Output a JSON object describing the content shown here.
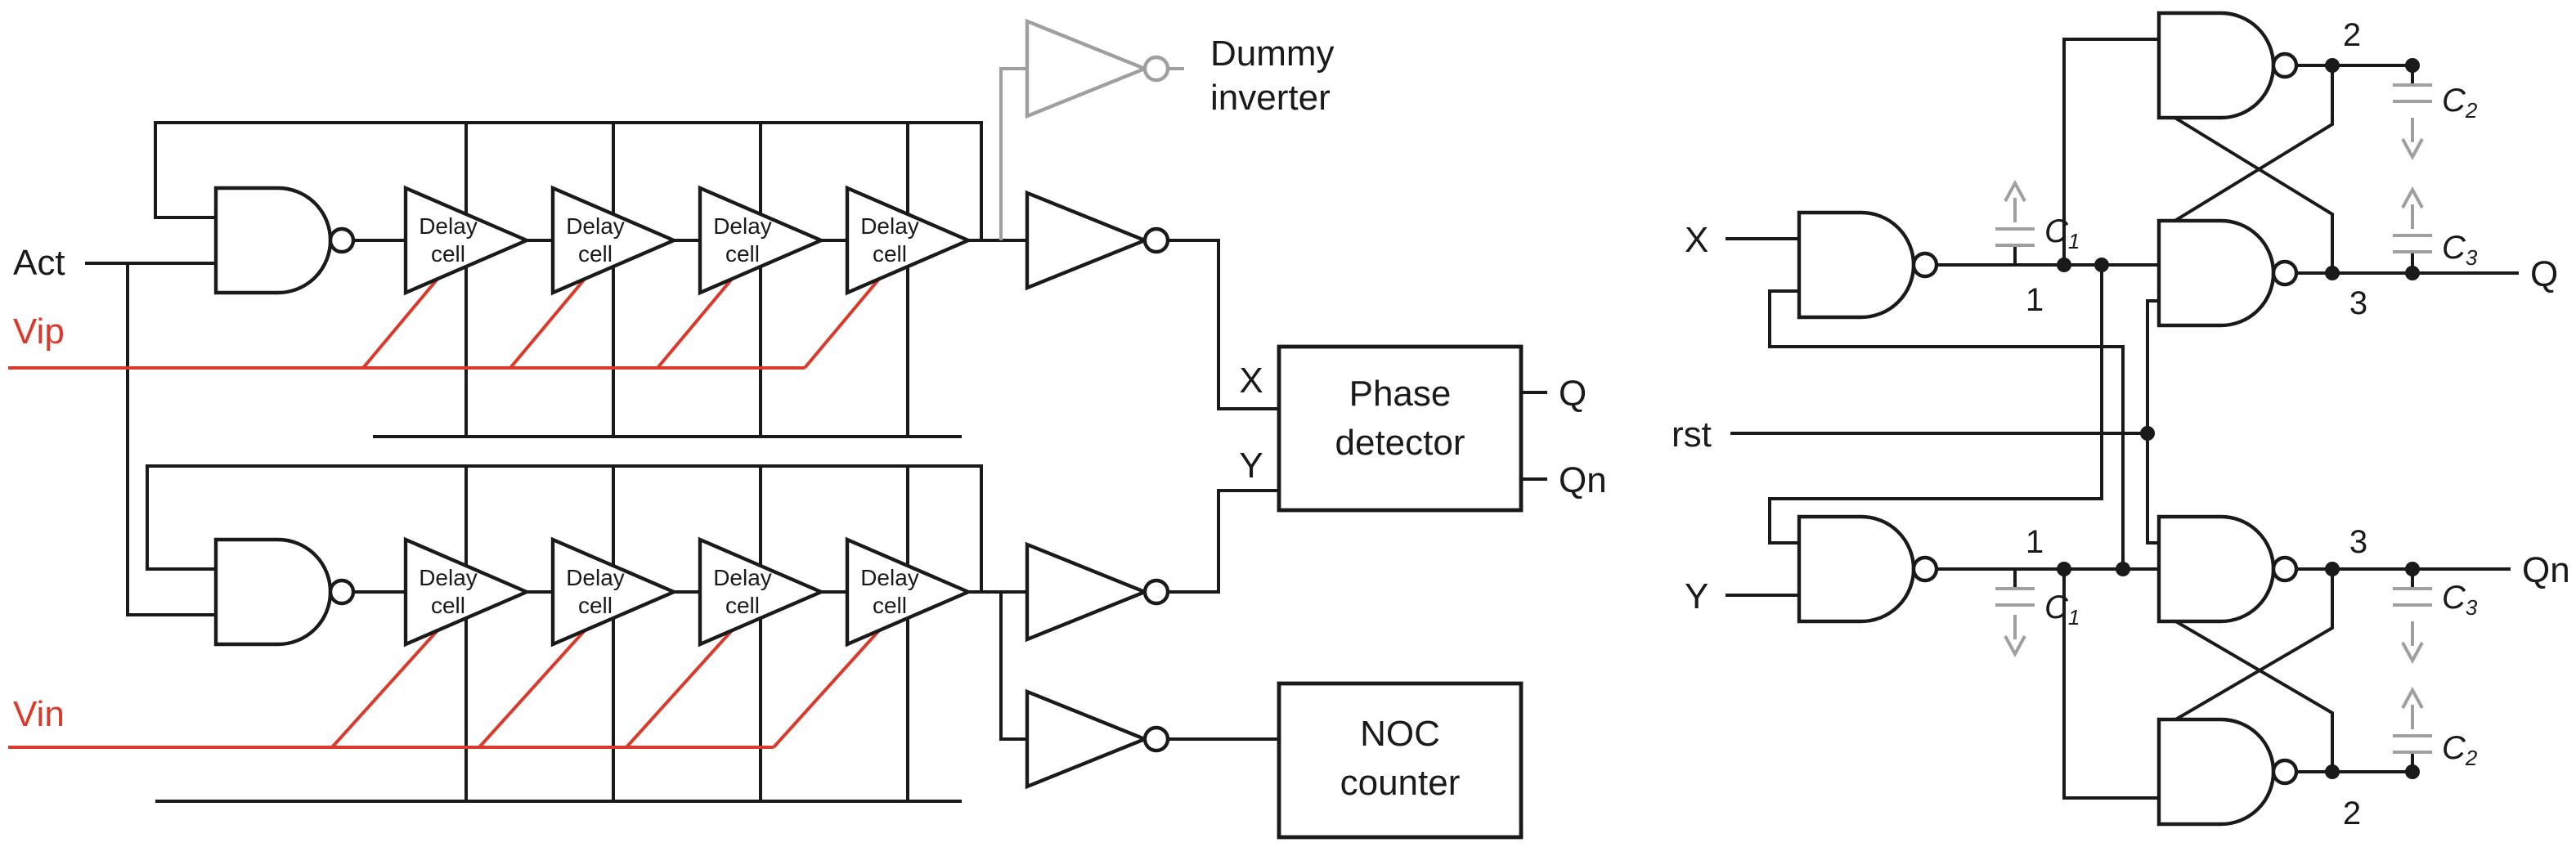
{
  "colors": {
    "line": "#1a1a1a",
    "red_control": "#d93a2b",
    "gray_dummy": "#9f9f9f"
  },
  "left_circuit": {
    "act_label": "Act",
    "vip_label": "Vip",
    "vin_label": "Vin",
    "delay_cell": {
      "line1": "Delay",
      "line2": "cell"
    },
    "dummy_inverter": {
      "line1": "Dummy",
      "line2": "inverter"
    },
    "phase_detector": {
      "line1": "Phase",
      "line2": "detector",
      "in_x": "X",
      "in_y": "Y",
      "out_q": "Q",
      "out_qn": "Qn"
    },
    "noc_counter": {
      "line1": "NOC",
      "line2": "counter"
    }
  },
  "right_circuit": {
    "x_label": "X",
    "y_label": "Y",
    "rst_label": "rst",
    "q_label": "Q",
    "qn_label": "Qn",
    "nodes": {
      "n1": "1",
      "n2": "2",
      "n3": "3"
    },
    "caps": {
      "c": "C",
      "s1": "1",
      "s2": "2",
      "s3": "3"
    }
  }
}
